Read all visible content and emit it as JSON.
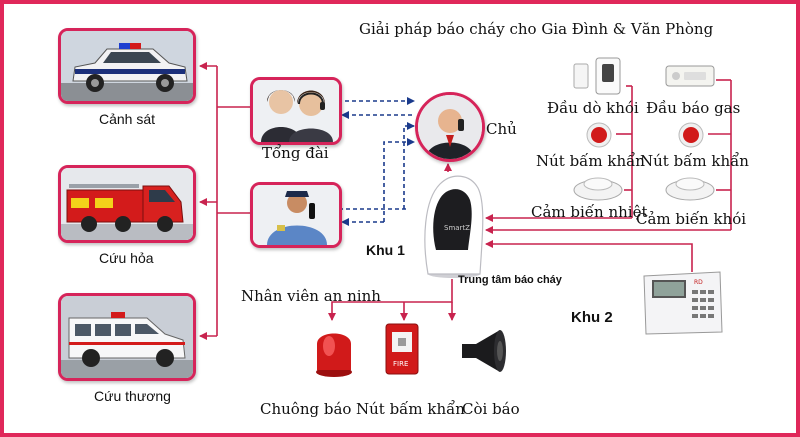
{
  "title": "Giải pháp báo cháy cho Gia Đình & Văn Phòng",
  "services": {
    "police": "Cảnh sát",
    "fire": "Cứu hỏa",
    "ambulance": "Cứu thương"
  },
  "operators": {
    "call_center": "Tổng đài",
    "owner": "Chủ",
    "security_staff": "Nhân viên an ninh"
  },
  "hub": {
    "zone1": "Khu 1",
    "center": "Trung tâm báo cháy",
    "brand": "SmartZ"
  },
  "zone2": {
    "label": "Khu 2",
    "panel_badge": "RD"
  },
  "sensors": {
    "smoke_detector": "Đầu dò khói",
    "gas_detector": "Đầu báo gas",
    "panic_button_1": "Nút bấm khẩn",
    "panic_button_2": "Nút bấm khẩn",
    "heat_sensor": "Cảm biến nhiệt",
    "smoke_sensor": "Cảm biến khói"
  },
  "outputs": {
    "bell": "Chuông báo",
    "panic_button": "Nút bấm khẩn",
    "siren": "Còi báo",
    "fire_box_text": "FIRE"
  },
  "colors": {
    "accent": "#d6245a",
    "line": "#c8234e",
    "dash": "#1a3a8c",
    "alarm_red": "#d11a1a"
  }
}
